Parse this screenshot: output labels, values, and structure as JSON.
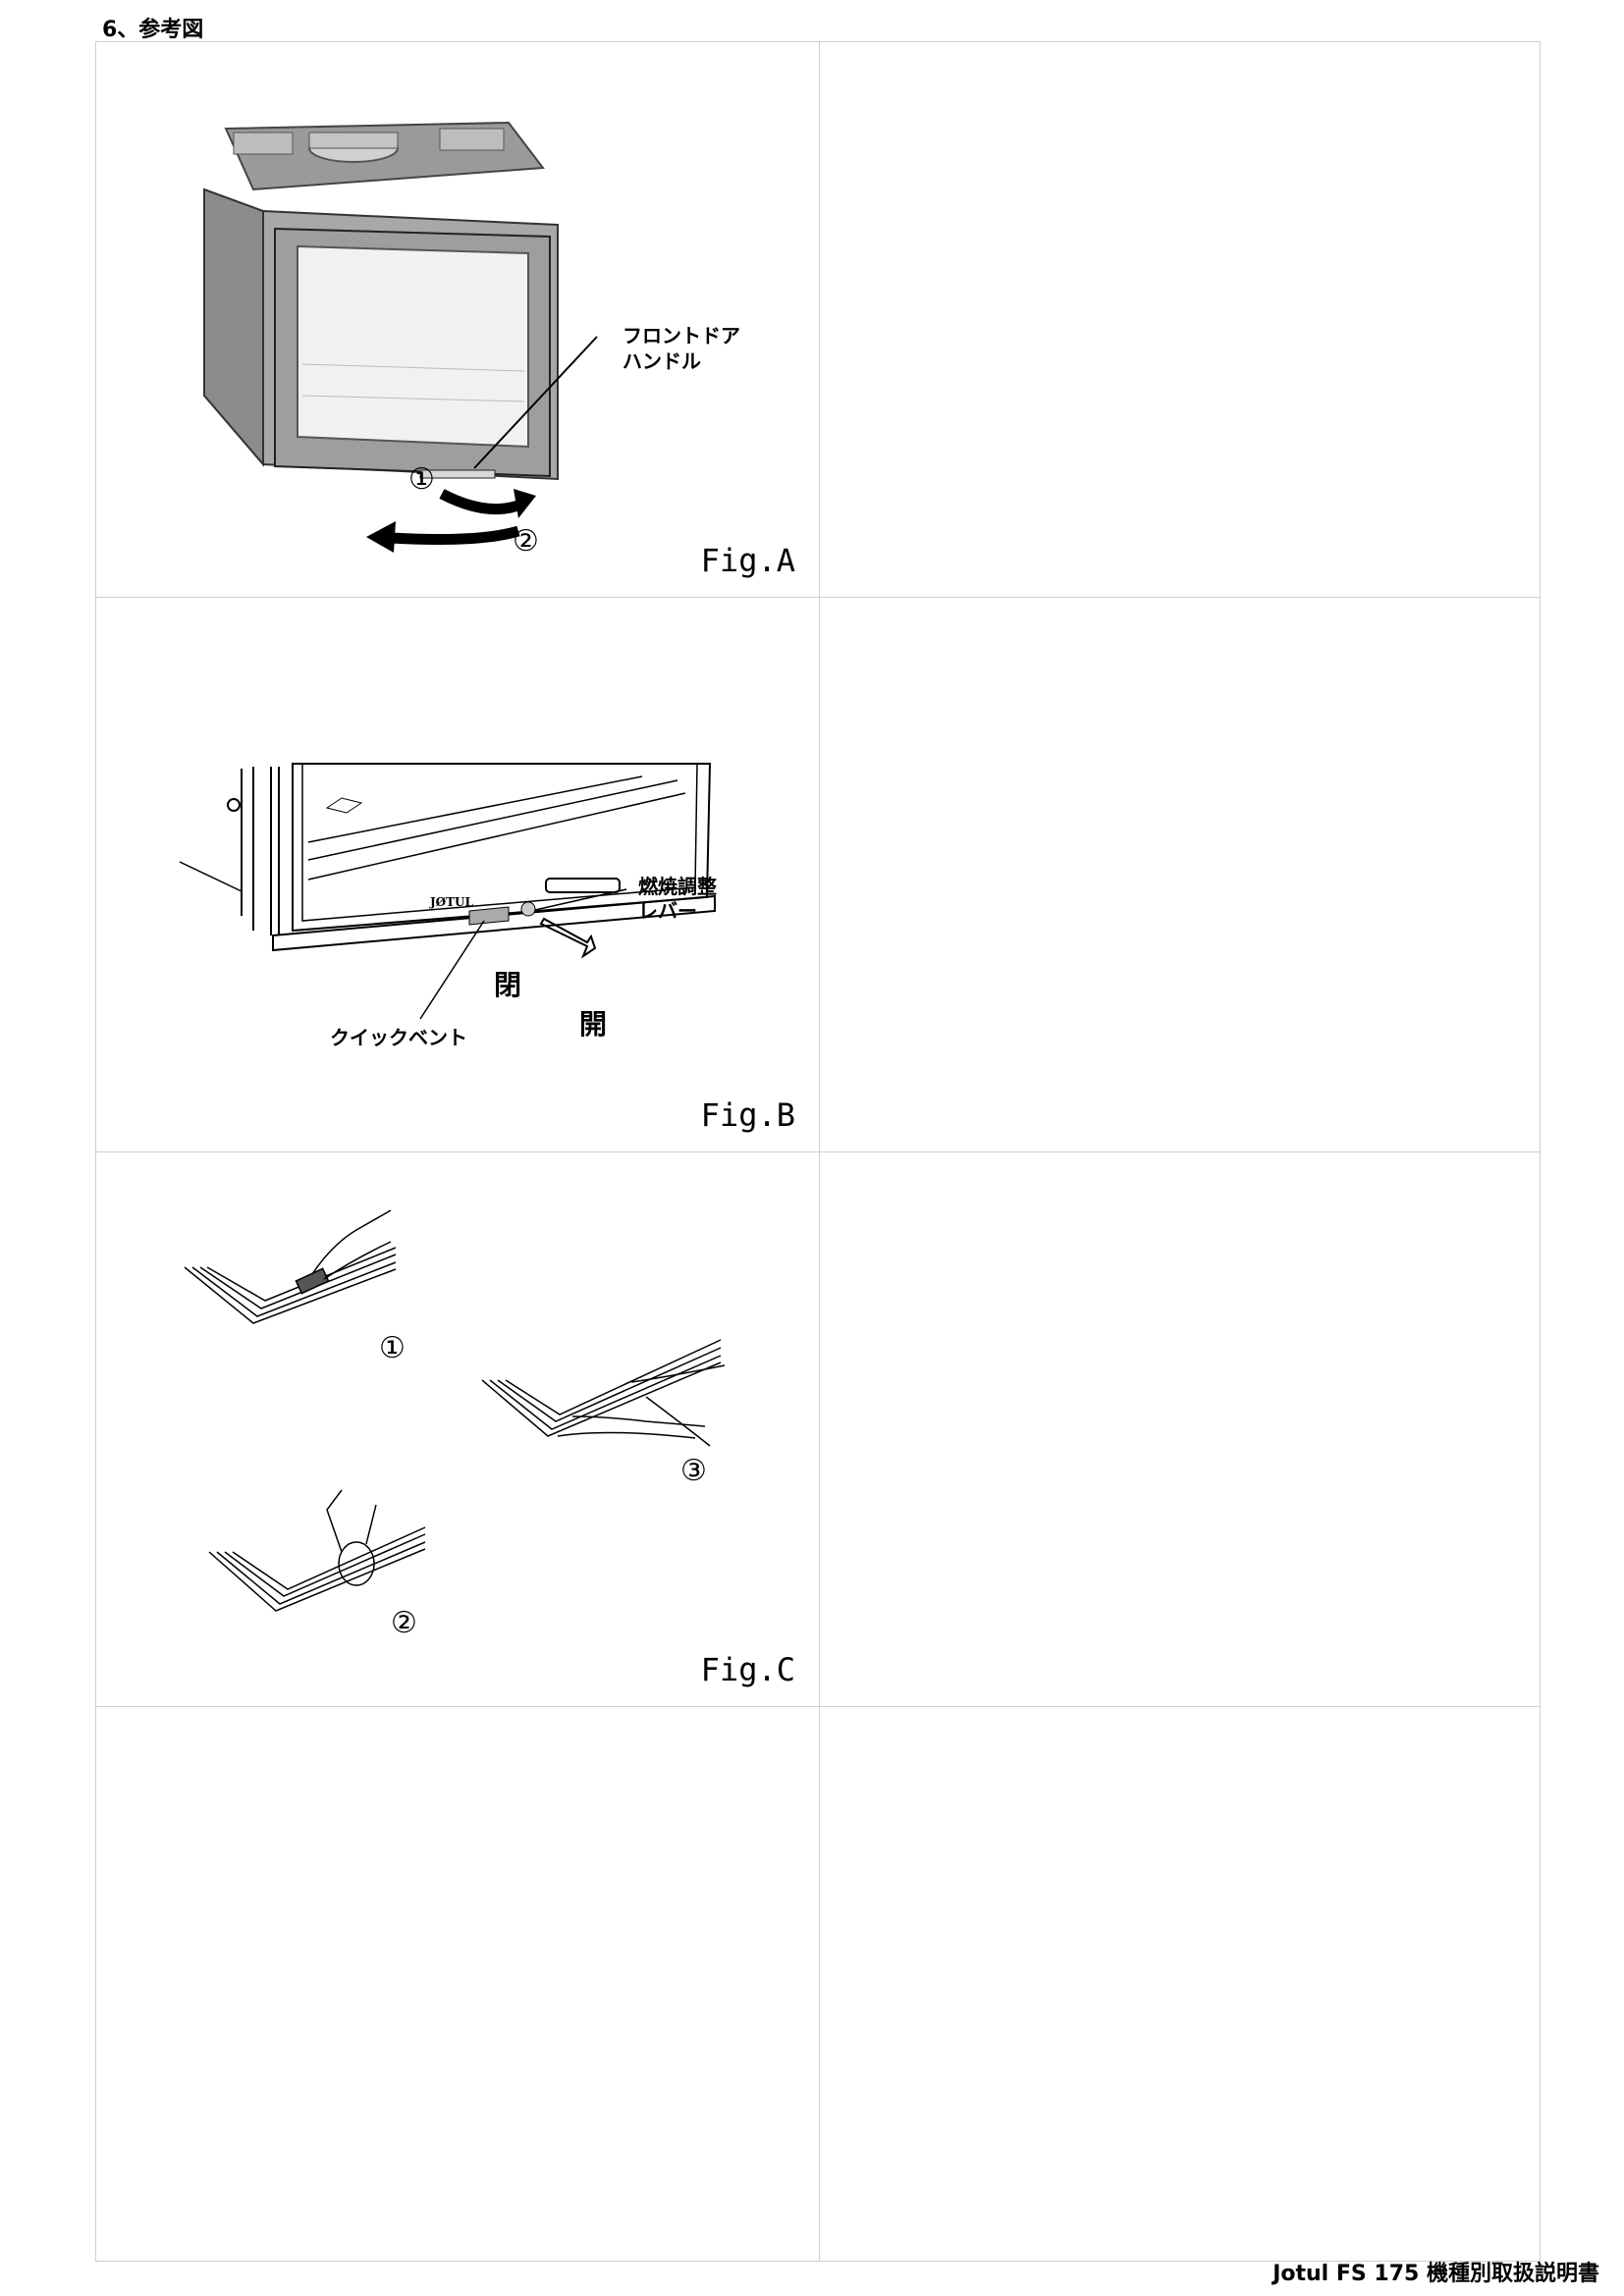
{
  "section_title": "6、参考図",
  "figures": {
    "a": {
      "caption": "Fig.A",
      "label_line1": "フロントドア",
      "label_line2": "ハンドル",
      "step1": "①",
      "step2": "②"
    },
    "b": {
      "caption": "Fig.B",
      "lever_line1": "燃焼調整",
      "lever_line2": "レバー",
      "close_label": "閉",
      "open_label": "開",
      "vent_label": "クイックベント"
    },
    "c": {
      "caption": "Fig.C",
      "step1": "①",
      "step2": "②",
      "step3": "③"
    }
  },
  "footer": "Jotul FS 175 機種別取扱説明書"
}
